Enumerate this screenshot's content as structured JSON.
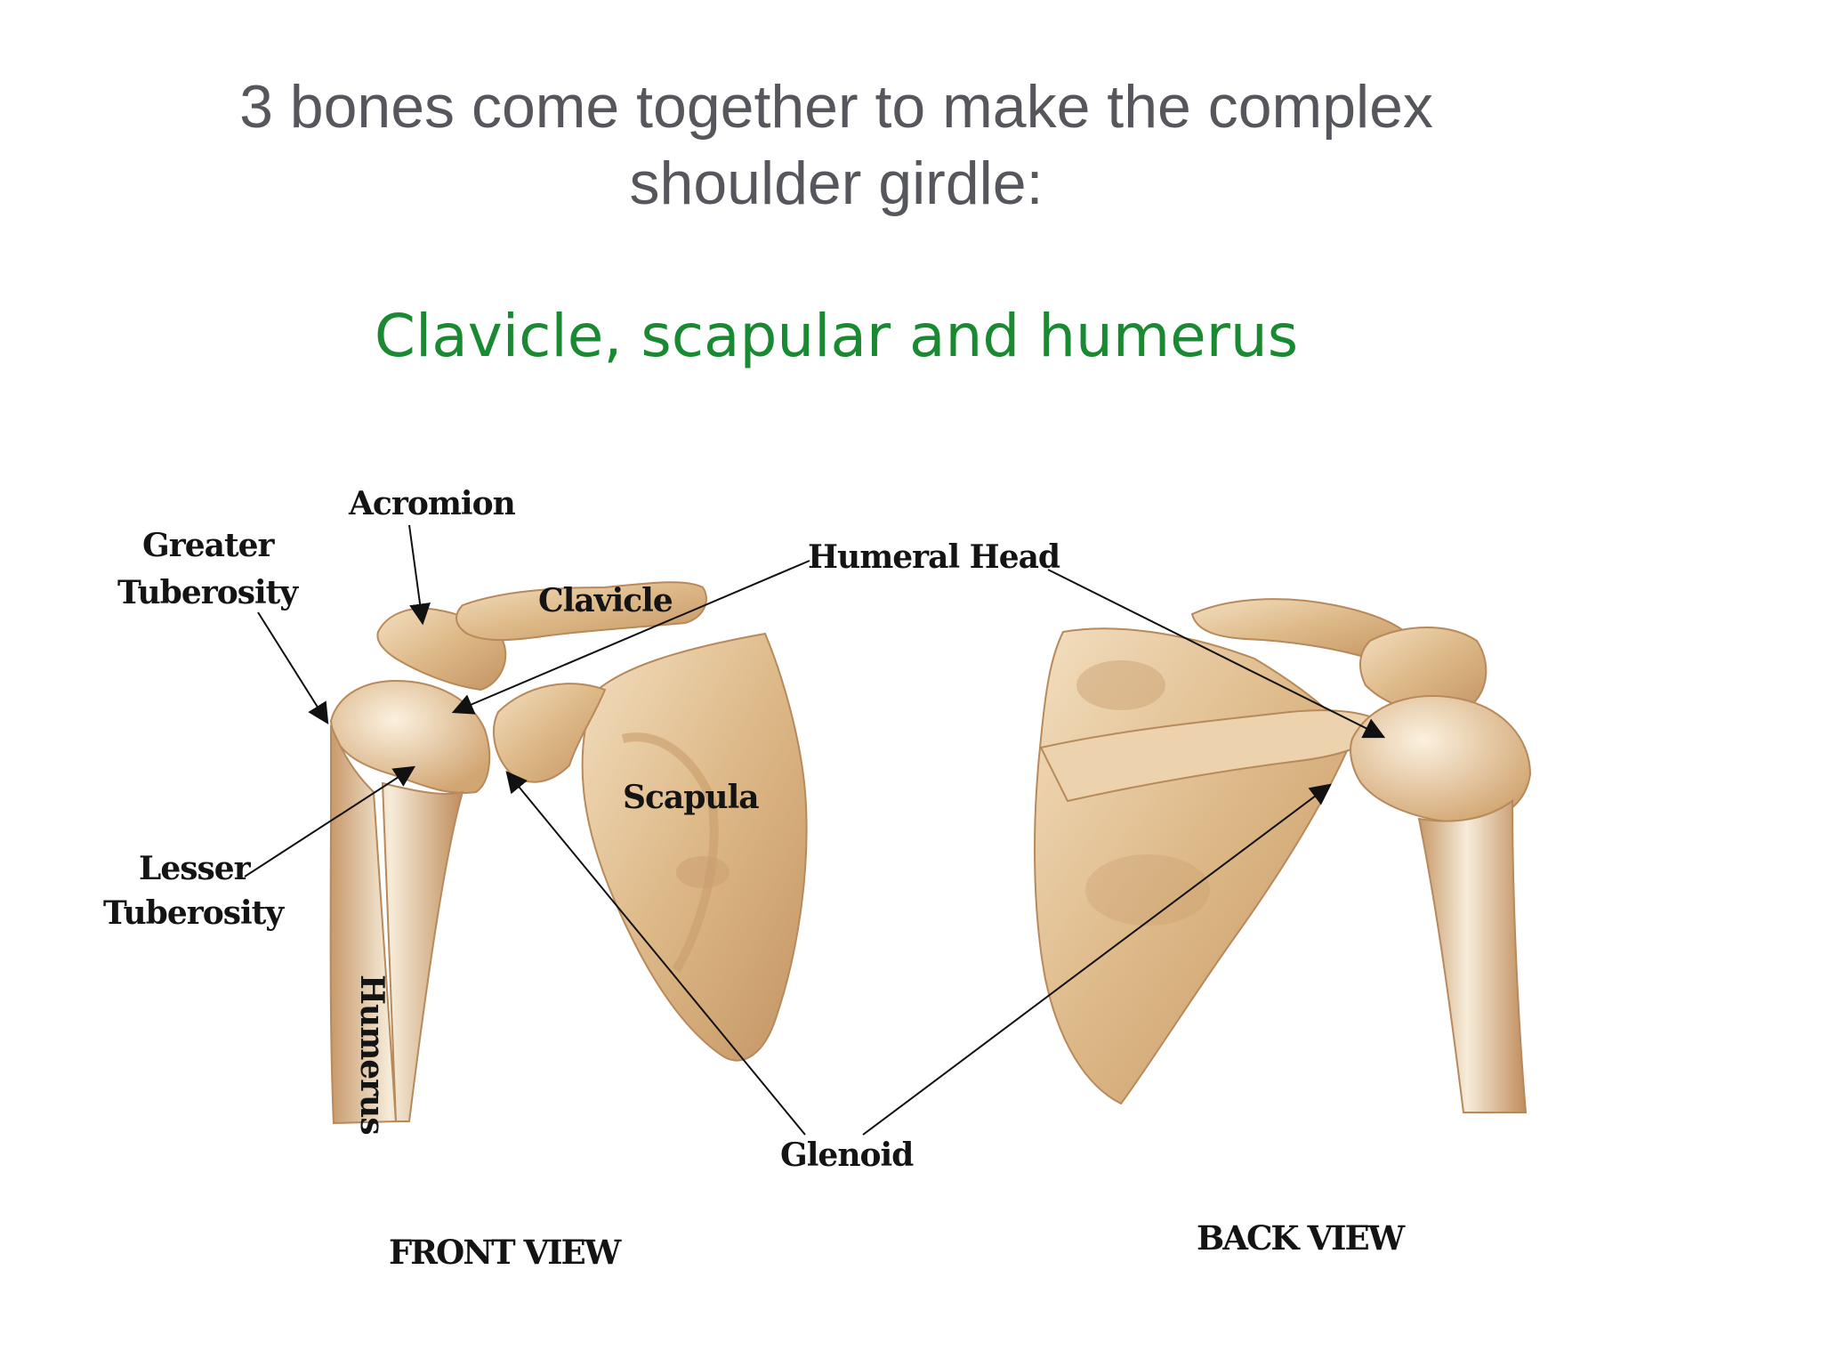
{
  "slide": {
    "title_line_1": "3 bones come together to make the complex",
    "title_line_2": "shoulder girdle:",
    "subtitle": "Clavicle, scapular and humerus",
    "subtitle_color": "#1a8a32"
  },
  "diagram": {
    "bone_color": "#dcb98a",
    "labels": {
      "acromion": "Acromion",
      "greater_tuberosity_1": "Greater",
      "greater_tuberosity_2": "Tuberosity",
      "clavicle": "Clavicle",
      "humeral_head": "Humeral Head",
      "scapula": "Scapula",
      "lesser_tuberosity_1": "Lesser",
      "lesser_tuberosity_2": "Tuberosity",
      "humerus": "Humerus",
      "glenoid": "Glenoid",
      "front_view": "FRONT VIEW",
      "back_view": "BACK VIEW"
    }
  }
}
